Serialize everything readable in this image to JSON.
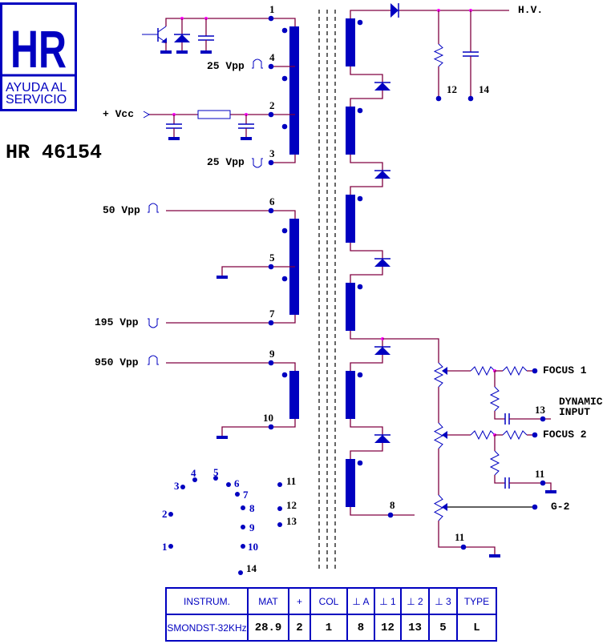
{
  "logo": {
    "mark": "HR",
    "line1": "AYUDA AL",
    "line2": "SERVICIO"
  },
  "model": "HR 46154",
  "primary": {
    "vcc_label": "+ Vcc",
    "pins": {
      "p1": "1",
      "p4": "4",
      "p2": "2",
      "p3": "3",
      "p6": "6",
      "p5": "5",
      "p7": "7",
      "p9": "9",
      "p10": "10"
    },
    "vpp": {
      "pin4": "25 Vpp",
      "pin3": "25 Vpp",
      "pin6": "50 Vpp",
      "pin7": "195 Vpp",
      "pin9": "950 Vpp"
    }
  },
  "secondary": {
    "hv_label": "H.V.",
    "pin12": "12",
    "pin14": "14",
    "pin8": "8",
    "pin11a": "11",
    "pin11b": "11",
    "pin13": "13",
    "focus1": "FOCUS 1",
    "focus2": "FOCUS 2",
    "dynamic_line1": "DYNAMIC",
    "dynamic_line2": "INPUT",
    "g2": "G-2"
  },
  "pinout": {
    "blue": [
      "1",
      "2",
      "3",
      "4",
      "5",
      "6",
      "7",
      "8",
      "9",
      "10"
    ],
    "black": [
      "11",
      "12",
      "13",
      "14"
    ]
  },
  "table": {
    "headers": [
      "INSTRUM.",
      "MAT",
      "+",
      "COL",
      "⊥ A",
      "⊥ 1",
      "⊥ 2",
      "⊥ 3",
      "TYPE"
    ],
    "values": [
      "SMONDST-32KHz",
      "28.9",
      "2",
      "1",
      "8",
      "12",
      "13",
      "5",
      "L"
    ]
  },
  "colors": {
    "blue": "#0000c0",
    "wire": "#800040",
    "junction": "#ff00ff"
  }
}
